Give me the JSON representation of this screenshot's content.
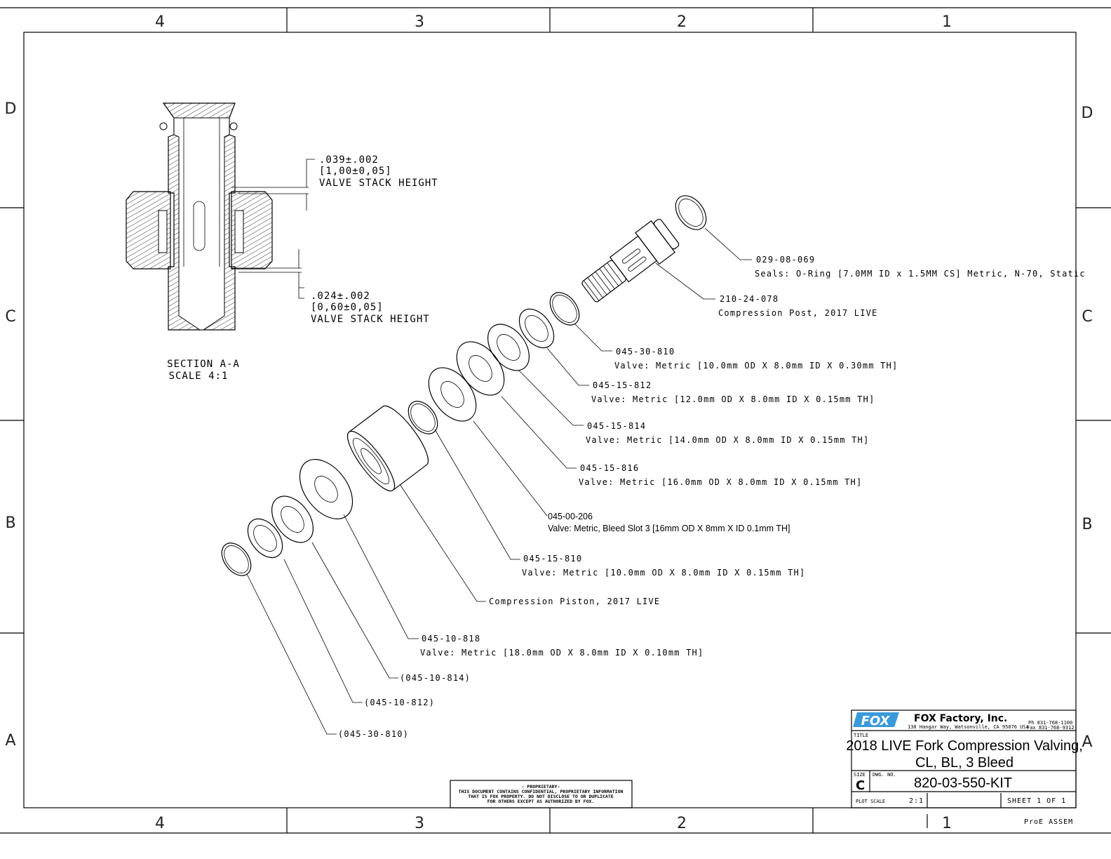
{
  "zones": {
    "columns": [
      "4",
      "3",
      "2",
      "1"
    ],
    "rows": [
      "D",
      "C",
      "B",
      "A"
    ]
  },
  "section": {
    "dim1": {
      "value": ".039±.002",
      "metric": "[1,00±0,05]",
      "label": "VALVE STACK HEIGHT"
    },
    "dim2": {
      "value": ".024±.002",
      "metric": "[0,60±0,05]",
      "label": "VALVE STACK HEIGHT"
    },
    "title": "SECTION  A-A",
    "scale": "SCALE  4:1"
  },
  "callouts": [
    {
      "pn": "029-08-069",
      "desc": "Seals: O-Ring [7.0MM ID x 1.5MM CS] Metric, N-70, Static"
    },
    {
      "pn": "210-24-078",
      "desc": "Compression Post, 2017 LIVE"
    },
    {
      "pn": "045-30-810",
      "desc": "Valve: Metric [10.0mm OD X 8.0mm ID X 0.30mm TH]"
    },
    {
      "pn": "045-15-812",
      "desc": "Valve: Metric [12.0mm OD X 8.0mm ID X 0.15mm TH]"
    },
    {
      "pn": "045-15-814",
      "desc": "Valve: Metric [14.0mm OD X 8.0mm ID X 0.15mm TH]"
    },
    {
      "pn": "045-15-816",
      "desc": "Valve: Metric [16.0mm OD X 8.0mm ID X 0.15mm TH]"
    },
    {
      "pn": "045-00-206",
      "desc": "Valve: Metric, Bleed Slot 3 [16mm OD X 8mm X ID 0.1mm TH]"
    },
    {
      "pn": "045-15-810",
      "desc": "Valve: Metric [10.0mm OD X 8.0mm ID X 0.15mm TH]"
    },
    {
      "pn": "Compression Piston, 2017 LIVE"
    },
    {
      "pn": "045-10-818",
      "desc": "Valve: Metric [18.0mm OD X 8.0mm ID X 0.10mm TH]"
    },
    {
      "pn": "(045-10-814)"
    },
    {
      "pn": "(045-10-812)"
    },
    {
      "pn": "(045-30-810)"
    }
  ],
  "proprietary": {
    "heading": "- PROPRIETARY-",
    "line1": "THIS DOCUMENT CONTAINS CONFIDENTIAL, PROPRIETARY INFORMATION",
    "line2": "THAT IS FOX PROPERTY.  DO NOT DISCLOSE TO OR DUPLICATE",
    "line3": "FOR OTHERS EXCEPT AS AUTHORIZED BY FOX."
  },
  "title_block": {
    "logo_text": "FOX",
    "company": "FOX  Factory,  Inc.",
    "address": "130 Hangar Way, Watsonville, CA 95076 USA",
    "phone": "Ph 831-768-1100",
    "fax": "Fax 831-768-9312",
    "title_label": "TITLE",
    "title_line1": "2018 LIVE Fork Compression Valving,",
    "title_line2": "CL, BL, 3 Bleed",
    "size_label": "SIZE",
    "size": "C",
    "dwg_label": "DWG. NO.",
    "dwg_no": "820-03-550-KIT",
    "plot_scale_label": "PLOT SCALE",
    "plot_scale": "2:1",
    "sheet": "SHEET 1 OF 1",
    "footer": "ProE ASSEM"
  },
  "colors": {
    "logo": "#3a9ad9"
  }
}
